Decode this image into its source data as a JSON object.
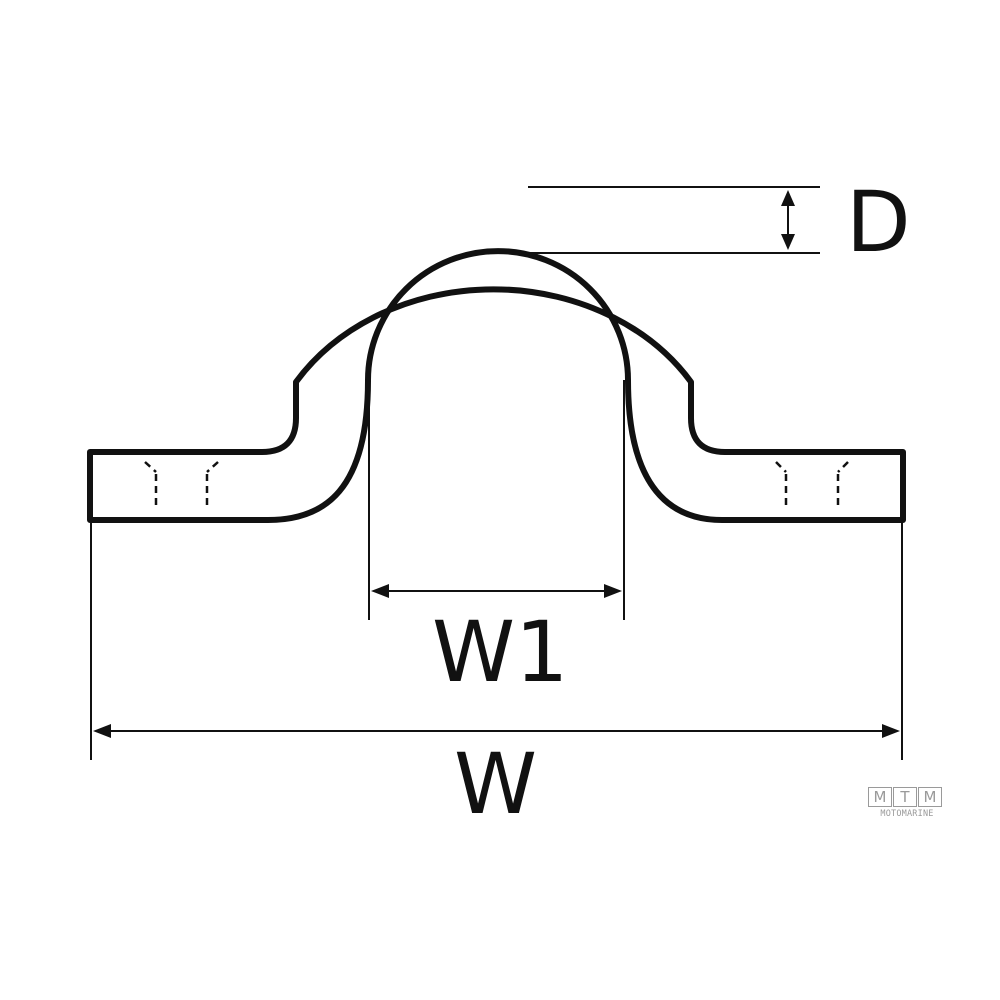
{
  "diagram": {
    "labels": {
      "depth": "D",
      "inner_width": "W1",
      "overall_width": "W"
    },
    "logo": {
      "letters": [
        "M",
        "T",
        "M"
      ],
      "wordmark": "MOTOMARINE"
    },
    "colors": {
      "stroke": "#111111",
      "background": "#ffffff",
      "logo": "#9a9a9a"
    }
  }
}
